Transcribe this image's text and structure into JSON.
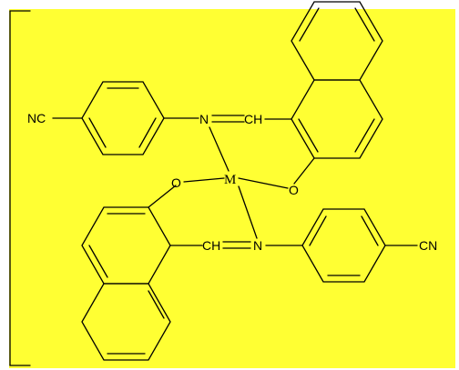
{
  "colors": {
    "background": "#FFFF33",
    "page": "#FFFFFF",
    "ink": "#000000"
  },
  "molecule": {
    "labels": {
      "nc_left": "NC",
      "cn_right": "CN",
      "n_top": "N",
      "ch_top": "CH",
      "n_bottom": "N",
      "ch_bottom": "CH",
      "metal": "M",
      "o_left": "O",
      "o_right": "O"
    }
  }
}
